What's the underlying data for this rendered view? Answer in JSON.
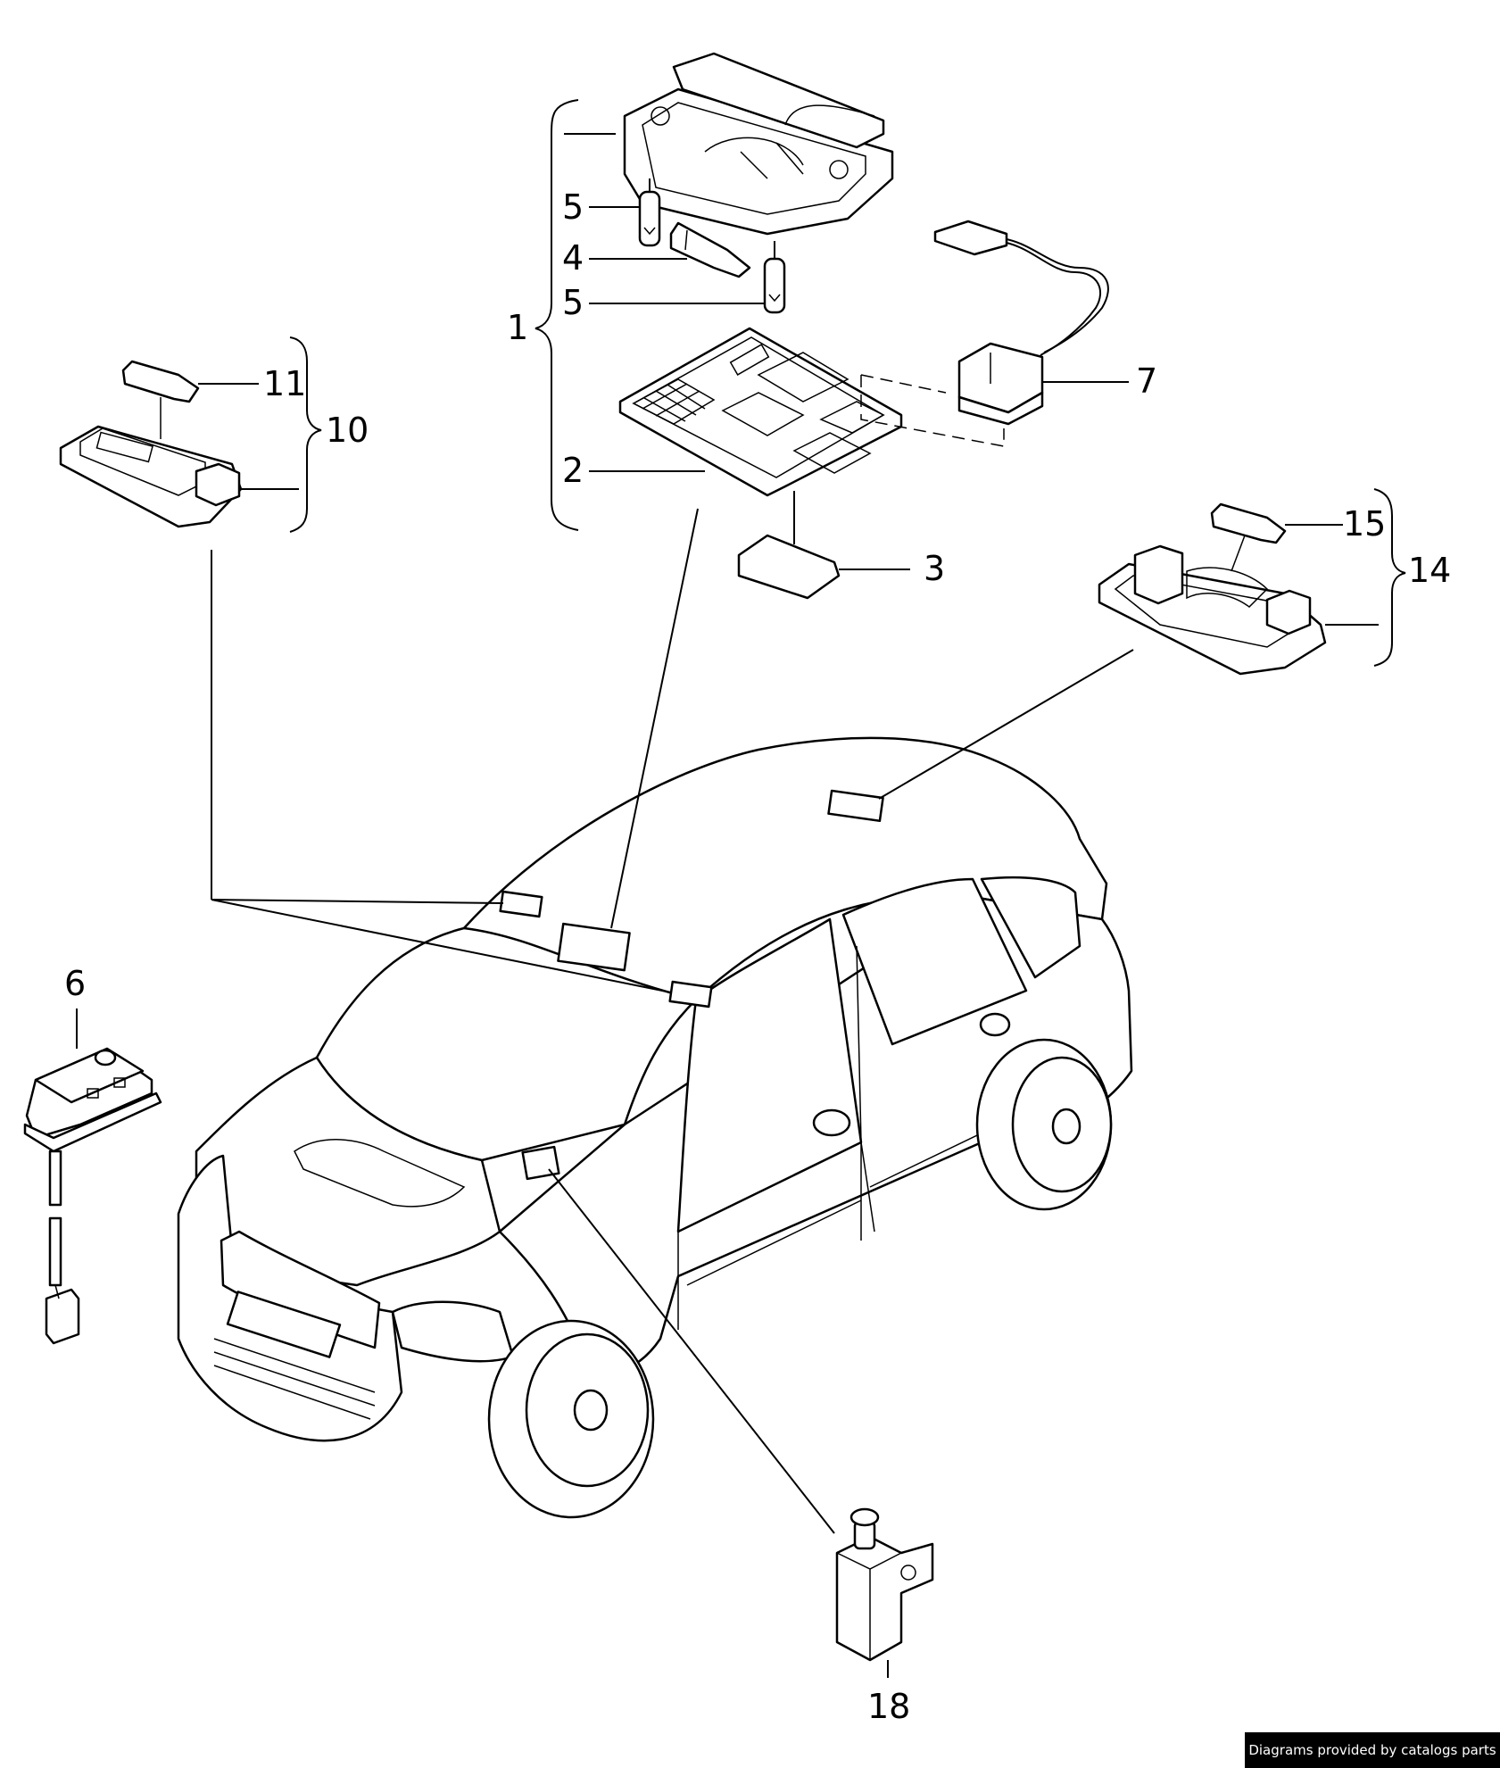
{
  "callouts": {
    "c1": "1",
    "c2": "2",
    "c3": "3",
    "c4": "4",
    "c5a": "5",
    "c5b": "5",
    "c6": "6",
    "c7": "7",
    "c10": "10",
    "c11": "11",
    "c14": "14",
    "c15": "15",
    "c18": "18"
  },
  "footer": {
    "text": "Diagrams provided by catalogs parts"
  }
}
